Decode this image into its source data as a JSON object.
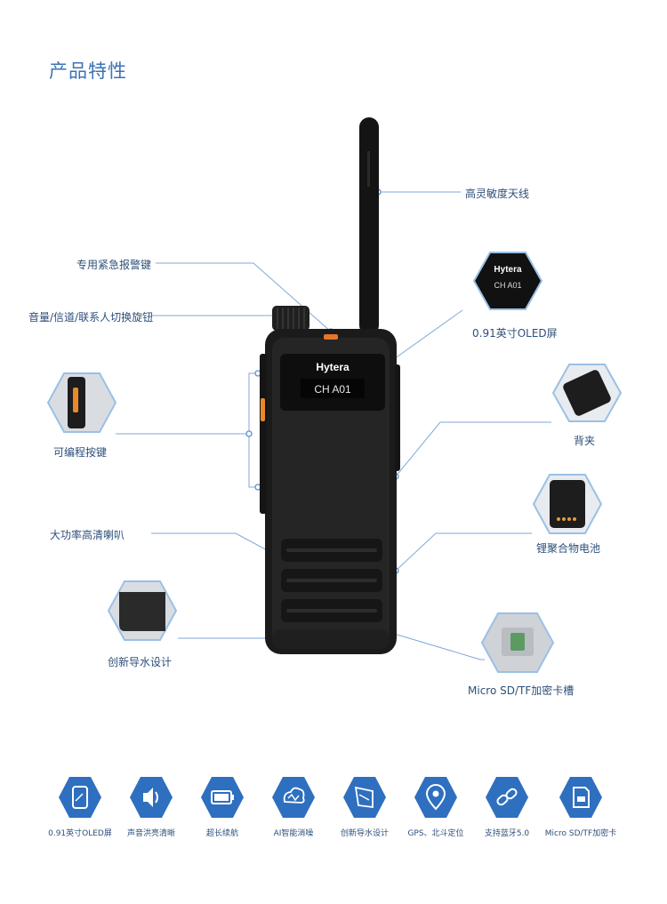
{
  "page_title": "产品特性",
  "device": {
    "brand": "Hytera",
    "screen_text": "CH A01"
  },
  "callouts": {
    "antenna": "高灵敏度天线",
    "emergency_key": "专用紧急报警键",
    "knob": "音量/信道/联系人切换旋钮",
    "oled": "0.91英寸OLED屏",
    "prog_keys": "可编程按键",
    "belt_clip": "背夹",
    "speaker": "大功率高清喇叭",
    "battery": "锂聚合物电池",
    "drainage": "创新导水设计",
    "sd_slot": "Micro SD/TF加密卡槽"
  },
  "features": [
    {
      "label": "0.91英寸OLED屏",
      "icon": "screen-icon"
    },
    {
      "label": "声音洪亮清晰",
      "icon": "speaker-icon"
    },
    {
      "label": "超长续航",
      "icon": "battery-icon"
    },
    {
      "label": "AI智能消噪",
      "icon": "ai-noise-icon"
    },
    {
      "label": "创新导水设计",
      "icon": "water-drain-icon"
    },
    {
      "label": "GPS、北斗定位",
      "icon": "location-pin-icon"
    },
    {
      "label": "支持蓝牙5.0",
      "icon": "bluetooth-link-icon"
    },
    {
      "label": "Micro SD/TF加密卡",
      "icon": "sd-card-icon"
    }
  ],
  "colors": {
    "accent": "#3d72b4",
    "line": "#6f9fd3",
    "icon_fill": "#2f6fbf",
    "device_body": "#1a1a1a",
    "knob_accent": "#f08a1c"
  }
}
